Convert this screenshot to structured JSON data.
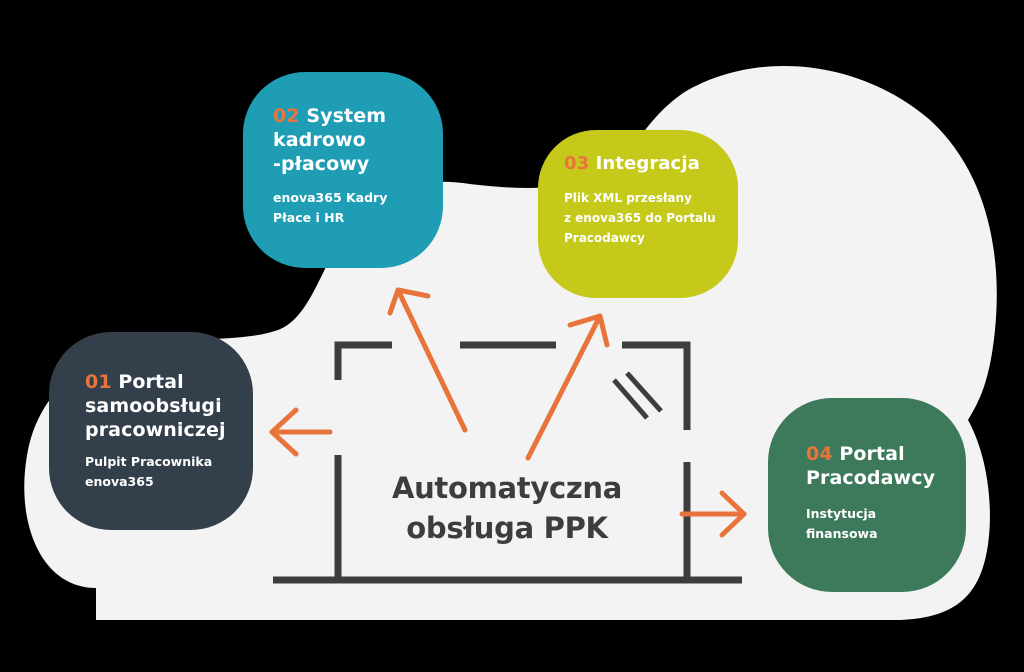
{
  "colors": {
    "background": "#000000",
    "cloud": "#f3f3f3",
    "accent_orange": "#e8743b",
    "frame_gray": "#3d3d3d",
    "box_02": "#1f9db5",
    "box_03": "#c5c91a",
    "box_01": "#343f4c",
    "box_04": "#3d7a5c"
  },
  "center": {
    "label": "Automatyczna\nobsługa PPK"
  },
  "nodes": [
    {
      "id": "02",
      "number": "02",
      "title": " System\nkadrowo\n-płacowy",
      "description": "enova365 Kadry\nPłace i HR"
    },
    {
      "id": "03",
      "number": "03",
      "title": " Integracja",
      "description": "Plik XML przesłany\nz enova365 do Portalu\nPracodawcy"
    },
    {
      "id": "01",
      "number": "01",
      "title": " Portal\nsamoobsługi\npracowniczej",
      "description": "Pulpit Pracownika\nenova365"
    },
    {
      "id": "04",
      "number": "04",
      "title": " Portal\nPracodawcy",
      "description": "Instytucja\nfinansowa"
    }
  ],
  "icons": {
    "frame": "window-frame-icon",
    "arrow": "arrow-icon"
  }
}
